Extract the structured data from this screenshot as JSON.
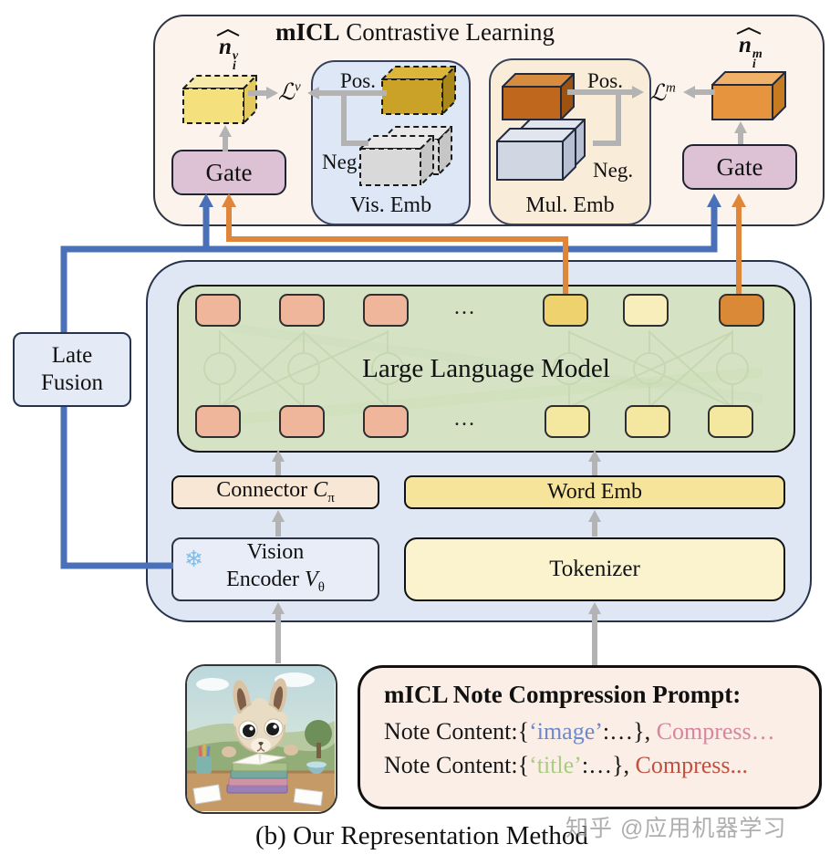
{
  "contrastive": {
    "title_bold": "mICL",
    "title_rest": " Contrastive Learning",
    "left_embed_label": {
      "base": "n",
      "sup": "v",
      "sub": "i"
    },
    "right_embed_label": {
      "base": "n",
      "sup": "m",
      "sub": "i"
    },
    "loss_left": {
      "base": "ℒ",
      "sup": "v"
    },
    "loss_right": {
      "base": "ℒ",
      "sup": "m"
    },
    "gate_left": "Gate",
    "gate_right": "Gate",
    "vis_panel": {
      "pos": "Pos.",
      "neg": "Neg.",
      "caption": "Vis. Emb"
    },
    "mul_panel": {
      "pos": "Pos.",
      "neg": "Neg.",
      "caption": "Mul. Emb"
    }
  },
  "backbone": {
    "llm_label": "Large Language Model",
    "top_row": [
      "salmon",
      "salmon",
      "salmon",
      "ellipsis",
      "yellow",
      "pale",
      "orange"
    ],
    "bottom_row": [
      "salmon",
      "salmon",
      "salmon",
      "ellipsis",
      "cream",
      "cream",
      "cream"
    ],
    "ellipsis": "…",
    "connector": {
      "label": "Connector ",
      "symbol": "C",
      "sub": "π"
    },
    "word_emb": "Word Emb",
    "vision_encoder": {
      "line1": "Vision",
      "line2": "Encoder ",
      "symbol": "V",
      "sub": "θ",
      "icon": "snowflake"
    },
    "snowflake_glyph": "❄",
    "tokenizer": "Tokenizer",
    "late_fusion": {
      "line1": "Late",
      "line2": "Fusion"
    }
  },
  "prompt": {
    "title": "mICL Note Compression Prompt:",
    "line1": [
      {
        "t": "Note Content:{",
        "c": "ink"
      },
      {
        "t": "‘image’",
        "c": "blue"
      },
      {
        "t": ":…}",
        "c": "ink"
      },
      {
        "t": ", ",
        "c": "ink"
      },
      {
        "t": "Compress…",
        "c": "pink"
      }
    ],
    "line2": [
      {
        "t": "Note Content:{",
        "c": "ink"
      },
      {
        "t": "‘title’",
        "c": "green"
      },
      {
        "t": ":…}",
        "c": "ink"
      },
      {
        "t": ", ",
        "c": "ink"
      },
      {
        "t": "Compress...",
        "c": "red"
      }
    ]
  },
  "caption": "(b) Our Representation Method",
  "watermark": "知乎 @应用机器学习",
  "palette": {
    "blue_arrow": "#4a71b8",
    "orange_arrow": "#e0863a",
    "gray_arrow": "#b3b3b3",
    "top_box_bg": "#fcf4ec",
    "vis_panel_bg": "#dde7f5",
    "mul_panel_bg": "#f9edda",
    "gate_bg": "#ddc2d6",
    "mid_box_bg": "#dfe6f4",
    "llm_bg": "#d5e3c4",
    "prompt_bg": "#fbeee6",
    "token_salmon": "#efb69c",
    "token_yellow": "#edd26e",
    "token_pale": "#f7eebc",
    "token_cream": "#f4e79f",
    "token_orange": "#da8a36"
  }
}
